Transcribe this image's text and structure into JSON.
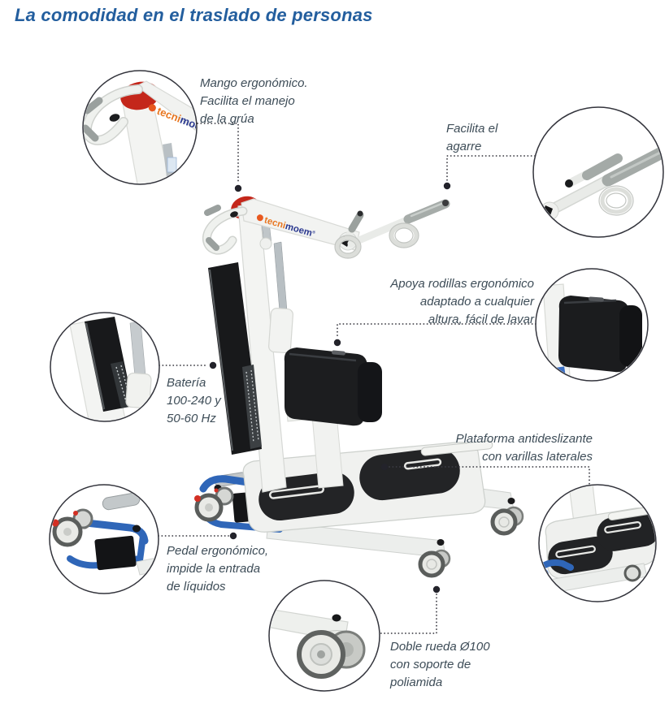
{
  "title": "La comodidad en el traslado de personas",
  "brand": {
    "prefix": "tecni",
    "suffix": "moem",
    "registered": "®"
  },
  "callouts": {
    "mango": {
      "text": "Mango ergonómico.\nFacilita el manejo\nde la grúa"
    },
    "agarre": {
      "text": "Facilita el\nagarre"
    },
    "rodillas": {
      "text": "Apoya rodillas ergonómico\nadaptado a cualquier\naltura, fácil de lavar"
    },
    "bateria": {
      "text": "Batería\n100-240 y\n50-60 Hz"
    },
    "plataforma": {
      "text": "Plataforma antideslizante\ncon varillas laterales"
    },
    "pedal": {
      "text": "Pedal ergonómico,\nimpide la entrada\nde líquidos"
    },
    "rueda": {
      "text": "Doble rueda Ø100\ncon soporte de\npoliamida"
    }
  },
  "colors": {
    "title_blue": "#235e9e",
    "annotation_text": "#3d4c57",
    "logo_orange": "#e87722",
    "logo_blue": "#2b3990",
    "frame_blue": "#2f66b8",
    "accent_red": "#c4271b",
    "pad_black": "#1b1c1e"
  }
}
